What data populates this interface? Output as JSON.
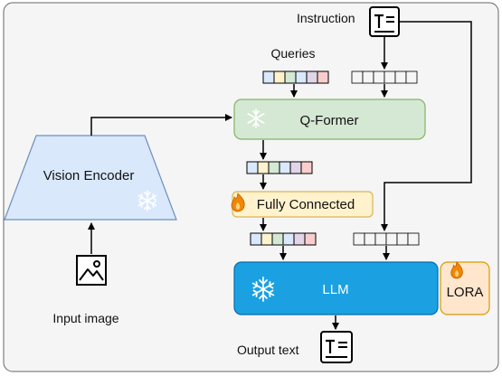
{
  "labels": {
    "instruction": "Instruction",
    "queries": "Queries",
    "qformer": "Q-Former",
    "vision_encoder": "Vision Encoder",
    "fully_connected": "Fully Connected",
    "llm": "LLM",
    "lora": "LORA",
    "input_image": "Input image",
    "output_text": "Output text"
  },
  "icons": {
    "frozen": "snowflake-icon",
    "trainable": "flame-icon",
    "document": "document-text-icon",
    "image": "image-icon"
  },
  "colors": {
    "background": "#f5f5f5",
    "qformer_fill": "#d5e8d4",
    "qformer_stroke": "#82b366",
    "vision_fill": "#dae8fc",
    "vision_stroke": "#6c8ebf",
    "fc_fill": "#fff2cc",
    "fc_stroke": "#d6b656",
    "llm_fill": "#1ba1e2",
    "llm_stroke": "#006eaf",
    "lora_fill": "#ffe6cc",
    "lora_stroke": "#d79b00",
    "token_colors": [
      "#dae8fc",
      "#fff2cc",
      "#d5e8d4",
      "#dae8fc",
      "#e1d5e7",
      "#f8cecc"
    ]
  }
}
